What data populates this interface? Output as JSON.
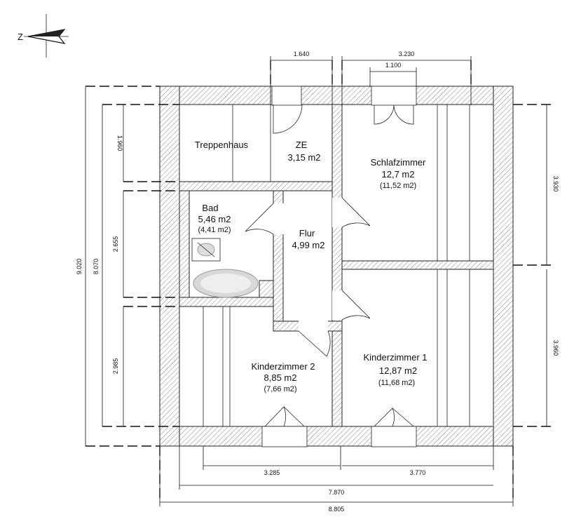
{
  "rooms": [
    {
      "name": "Treppenhaus",
      "area": "",
      "net": ""
    },
    {
      "name": "ZE",
      "area": "3,15 m2",
      "net": ""
    },
    {
      "name": "Schlafzimmer",
      "area": "12,7 m2",
      "net": "(11,52 m2)"
    },
    {
      "name": "Bad",
      "area": "5,46 m2",
      "net": "(4,41 m2)"
    },
    {
      "name": "Flur",
      "area": "4,99 m2",
      "net": ""
    },
    {
      "name": "Kinderzimmer 2",
      "area": "8,85 m2",
      "net": "(7,66 m2)"
    },
    {
      "name": "Kinderzimmer 1",
      "area": "12,87 m2",
      "net": "(11,68 m2)"
    }
  ],
  "dimensions": {
    "top": [
      "1.640",
      "3.230",
      "1.100"
    ],
    "bottom": [
      "3.285",
      "3.770",
      "7.870",
      "8.805"
    ],
    "left": [
      "1.960",
      "2.655",
      "2.985",
      "8.070",
      "9.020"
    ],
    "right": [
      "3.930",
      "3.960"
    ]
  },
  "icons": [
    "north-arrow-icon",
    "door-swing-icon",
    "window-icon",
    "bathtub-icon",
    "washbasin-icon"
  ]
}
